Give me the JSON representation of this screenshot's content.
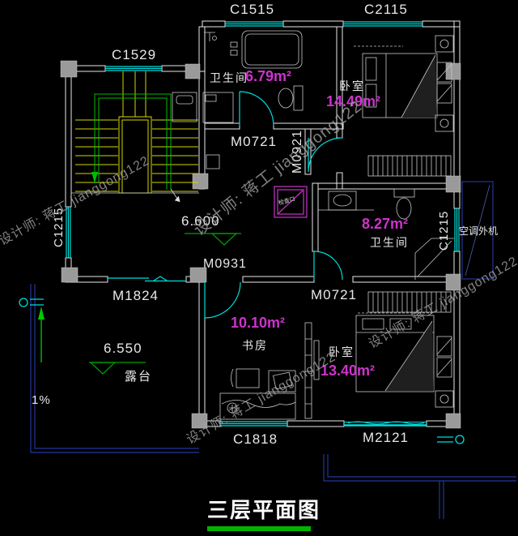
{
  "title": {
    "text": "三层平面图"
  },
  "watermark": {
    "text": "设计师: 蒋工 jianggong122"
  },
  "windows": {
    "c1529": "C1529",
    "c1515": "C1515",
    "c2115": "C2115",
    "c1215_left": "C1215",
    "c1215_right": "C1215",
    "c1818": "C1818"
  },
  "doors": {
    "bath1": "M0721",
    "bedroom1": "M0921",
    "study": "M0931",
    "terrace": "M1824",
    "bath2": "M0721",
    "bedroom2": "M2121"
  },
  "rooms": {
    "bath1": {
      "name": "卫生间",
      "area": "6.79m²"
    },
    "bedroom1": {
      "name": "卧室",
      "area": "14.49m²"
    },
    "bath2": {
      "name": "卫生间",
      "area": "8.27m²"
    },
    "study": {
      "name": "书房",
      "area": "10.10m²"
    },
    "bedroom2": {
      "name": "卧室",
      "area": "13.40m²"
    },
    "terrace": {
      "name": "露台"
    }
  },
  "elevations": {
    "hall": "6.600",
    "terrace": "6.550"
  },
  "annotations": {
    "slope": "1%",
    "ac_unit": "空调外机",
    "inspection": "检查口"
  },
  "colors": {
    "background": "#000000",
    "wall": "#e8e8e8",
    "window_door": "#00dddd",
    "area_text": "#cc33cc",
    "stairs": "#d4d400",
    "handrail": "#00bb00",
    "elevation_mark": "#00a000",
    "railing": "#1e2d82",
    "column": "#9a9a9a",
    "inspection_box": "#cc33cc",
    "title_underline": "#00b400",
    "watermark": "#a5a5a5"
  }
}
